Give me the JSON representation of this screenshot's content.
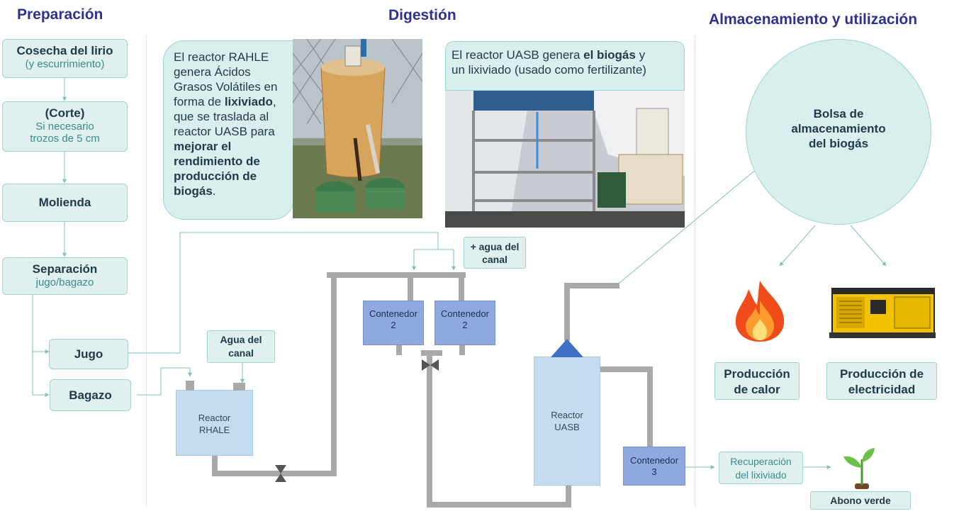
{
  "sections": {
    "preparacion": "Preparación",
    "digestion": "Digestión",
    "almacenamiento": "Almacenamiento y utilización"
  },
  "prep": {
    "cosecha": {
      "main": "Cosecha del lirio",
      "sub": "(y escurrimiento)"
    },
    "corte": {
      "main": "(Corte)",
      "sub1": "Si necesario",
      "sub2": "trozos de 5 cm"
    },
    "molienda": {
      "main": "Molienda"
    },
    "separacion": {
      "main": "Separación",
      "sub": "jugo/bagazo"
    },
    "jugo": "Jugo",
    "bagazo": "Bagazo"
  },
  "rahle_text": {
    "l1": "El reactor RAHLE",
    "l2": "genera Ácidos",
    "l3": "Grasos Volátiles en",
    "l4a": "forma de ",
    "l4b": "lixiviado",
    "l4c": ",",
    "l5": "que se traslada al",
    "l6": "reactor UASB para",
    "l7": "mejorar el",
    "l8": "rendimiento de",
    "l9": "producción de",
    "l10a": "biogás",
    "l10b": "."
  },
  "uasb_text": {
    "a": "El reactor UASB genera ",
    "b": "el biogás",
    "c": " y",
    "d": "un lixiviado (usado como fertilizante)"
  },
  "labels": {
    "agua_canal_1": "Agua del",
    "agua_canal_2": "canal",
    "mas_agua_1": "+ agua del",
    "mas_agua_2": "canal",
    "cont2a_1": "Contenedor",
    "cont2a_2": "2",
    "cont2b_1": "Contenedor",
    "cont2b_2": "2",
    "cont3_1": "Contenedor",
    "cont3_2": "3",
    "rahle_1": "Reactor",
    "rahle_2": "RHALE",
    "uasb_1": "Reactor",
    "uasb_2": "UASB",
    "recup_1": "Recuperación",
    "recup_2": "del lixiviado",
    "abono": "Abono verde"
  },
  "storage": {
    "bolsa_1": "Bolsa de",
    "bolsa_2": "almacenamiento",
    "bolsa_3": "del biogás",
    "calor_1": "Producción",
    "calor_2": "de calor",
    "elec_1": "Producción de",
    "elec_2": "electricidad"
  },
  "colors": {
    "title": "#2e3192",
    "box_fill": "#dff0ee",
    "pipe": "#a9a9a9",
    "container": "#8fa9de",
    "reactor": "#c4dcf0"
  },
  "icons": [
    "fire-icon",
    "generator-icon",
    "plant-icon",
    "valve-icon"
  ]
}
